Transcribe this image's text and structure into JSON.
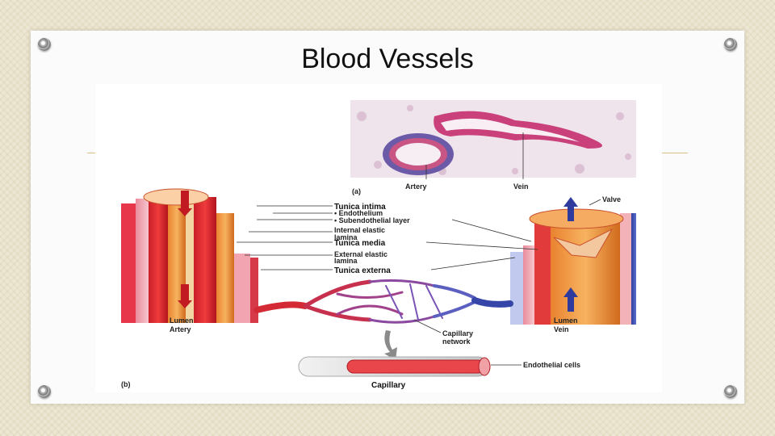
{
  "slide": {
    "title": "Blood Vessels"
  },
  "figure": {
    "panel_a_label": "(a)",
    "panel_b_label": "(b)",
    "micro_labels": {
      "artery": "Artery",
      "vein": "Vein"
    },
    "layer_labels": {
      "tunica_intima": "Tunica intima",
      "endothelium": "• Endothelium",
      "subendothelial": "• Subendothelial layer",
      "internal_elastic_1": "Internal elastic",
      "internal_elastic_2": "lamina",
      "tunica_media": "Tunica media",
      "external_elastic_1": "External elastic",
      "external_elastic_2": "lamina",
      "tunica_externa": "Tunica externa"
    },
    "valve": "Valve",
    "artery_lumen_1": "Lumen",
    "artery_lumen_2": "Artery",
    "vein_lumen_1": "Lumen",
    "vein_lumen_2": "Vein",
    "capillary_network_1": "Capillary",
    "capillary_network_2": "network",
    "endothelial_cells": "Endothelial cells",
    "capillary": "Capillary"
  }
}
